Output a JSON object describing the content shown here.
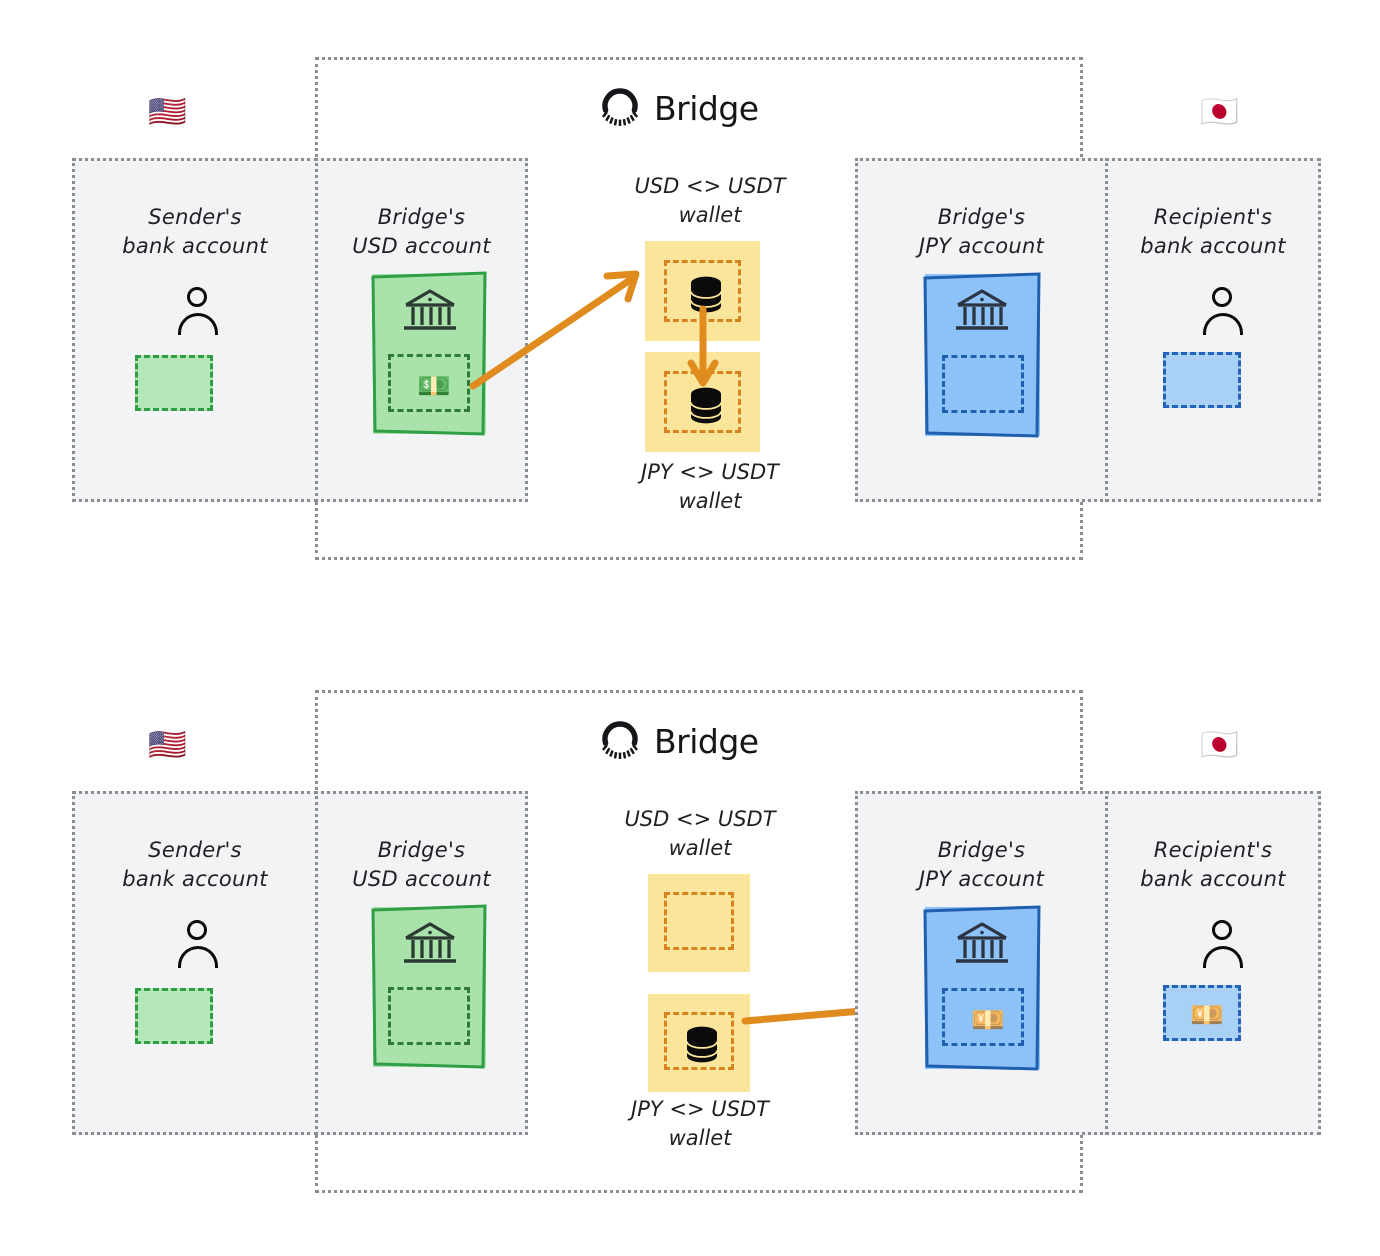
{
  "diagrams": [
    {
      "id": "top",
      "brand": {
        "name": "Bridge",
        "logo_icon": "bridge-circle-logo"
      },
      "flags": {
        "left": "🇺🇸",
        "right": "🇯🇵"
      },
      "panels": {
        "sender": "Sender's\nbank account",
        "bridge_usd": "Bridge's\nUSD account",
        "bridge_jpy": "Bridge's\nJPY account",
        "recipient": "Recipient's\nbank account"
      },
      "wallets": {
        "usd": "USD <> USDT\nwallet",
        "jpy": "JPY <> USDT\nwallet"
      },
      "contents": {
        "sender_tile": "",
        "bridge_usd_inner": "💵",
        "wallet_usd": "coins-icon",
        "wallet_jpy": "coins-icon",
        "bridge_jpy_inner": "",
        "recipient_tile": ""
      },
      "arrows": [
        {
          "name": "usd-account-to-usd-wallet",
          "color": "#e08b1e",
          "direction": "diagonal-up-right"
        },
        {
          "name": "usd-wallet-to-jpy-wallet",
          "color": "#e08b1e",
          "direction": "down"
        }
      ]
    },
    {
      "id": "bottom",
      "brand": {
        "name": "Bridge",
        "logo_icon": "bridge-circle-logo"
      },
      "flags": {
        "left": "🇺🇸",
        "right": "🇯🇵"
      },
      "panels": {
        "sender": "Sender's\nbank account",
        "bridge_usd": "Bridge's\nUSD account",
        "bridge_jpy": "Bridge's\nJPY account",
        "recipient": "Recipient's\nbank account"
      },
      "wallets": {
        "usd": "USD <> USDT\nwallet",
        "jpy": "JPY <> USDT\nwallet"
      },
      "contents": {
        "sender_tile": "",
        "bridge_usd_inner": "",
        "wallet_usd": "",
        "wallet_jpy": "coins-icon",
        "bridge_jpy_inner": "💴",
        "recipient_tile": "💴"
      },
      "arrows": [
        {
          "name": "jpy-wallet-to-jpy-account",
          "color": "#e08b1e",
          "direction": "right"
        },
        {
          "name": "jpy-account-to-recipient",
          "color": "#2f6fc0",
          "direction": "right"
        }
      ]
    }
  ],
  "colors": {
    "usd_green_fill": "#a9e3ab",
    "usd_green_stroke": "#2f9e44",
    "jpy_blue_fill": "#8cc2f7",
    "jpy_blue_stroke": "#1f5fae",
    "wallet_yellow_fill": "#fbe59b",
    "wallet_yellow_stroke": "#d98320",
    "arrow_orange": "#e08b1e",
    "arrow_blue": "#2f6fc0",
    "panel_gray": "#f2f3f5",
    "dotted_gray": "#8a8d91"
  }
}
